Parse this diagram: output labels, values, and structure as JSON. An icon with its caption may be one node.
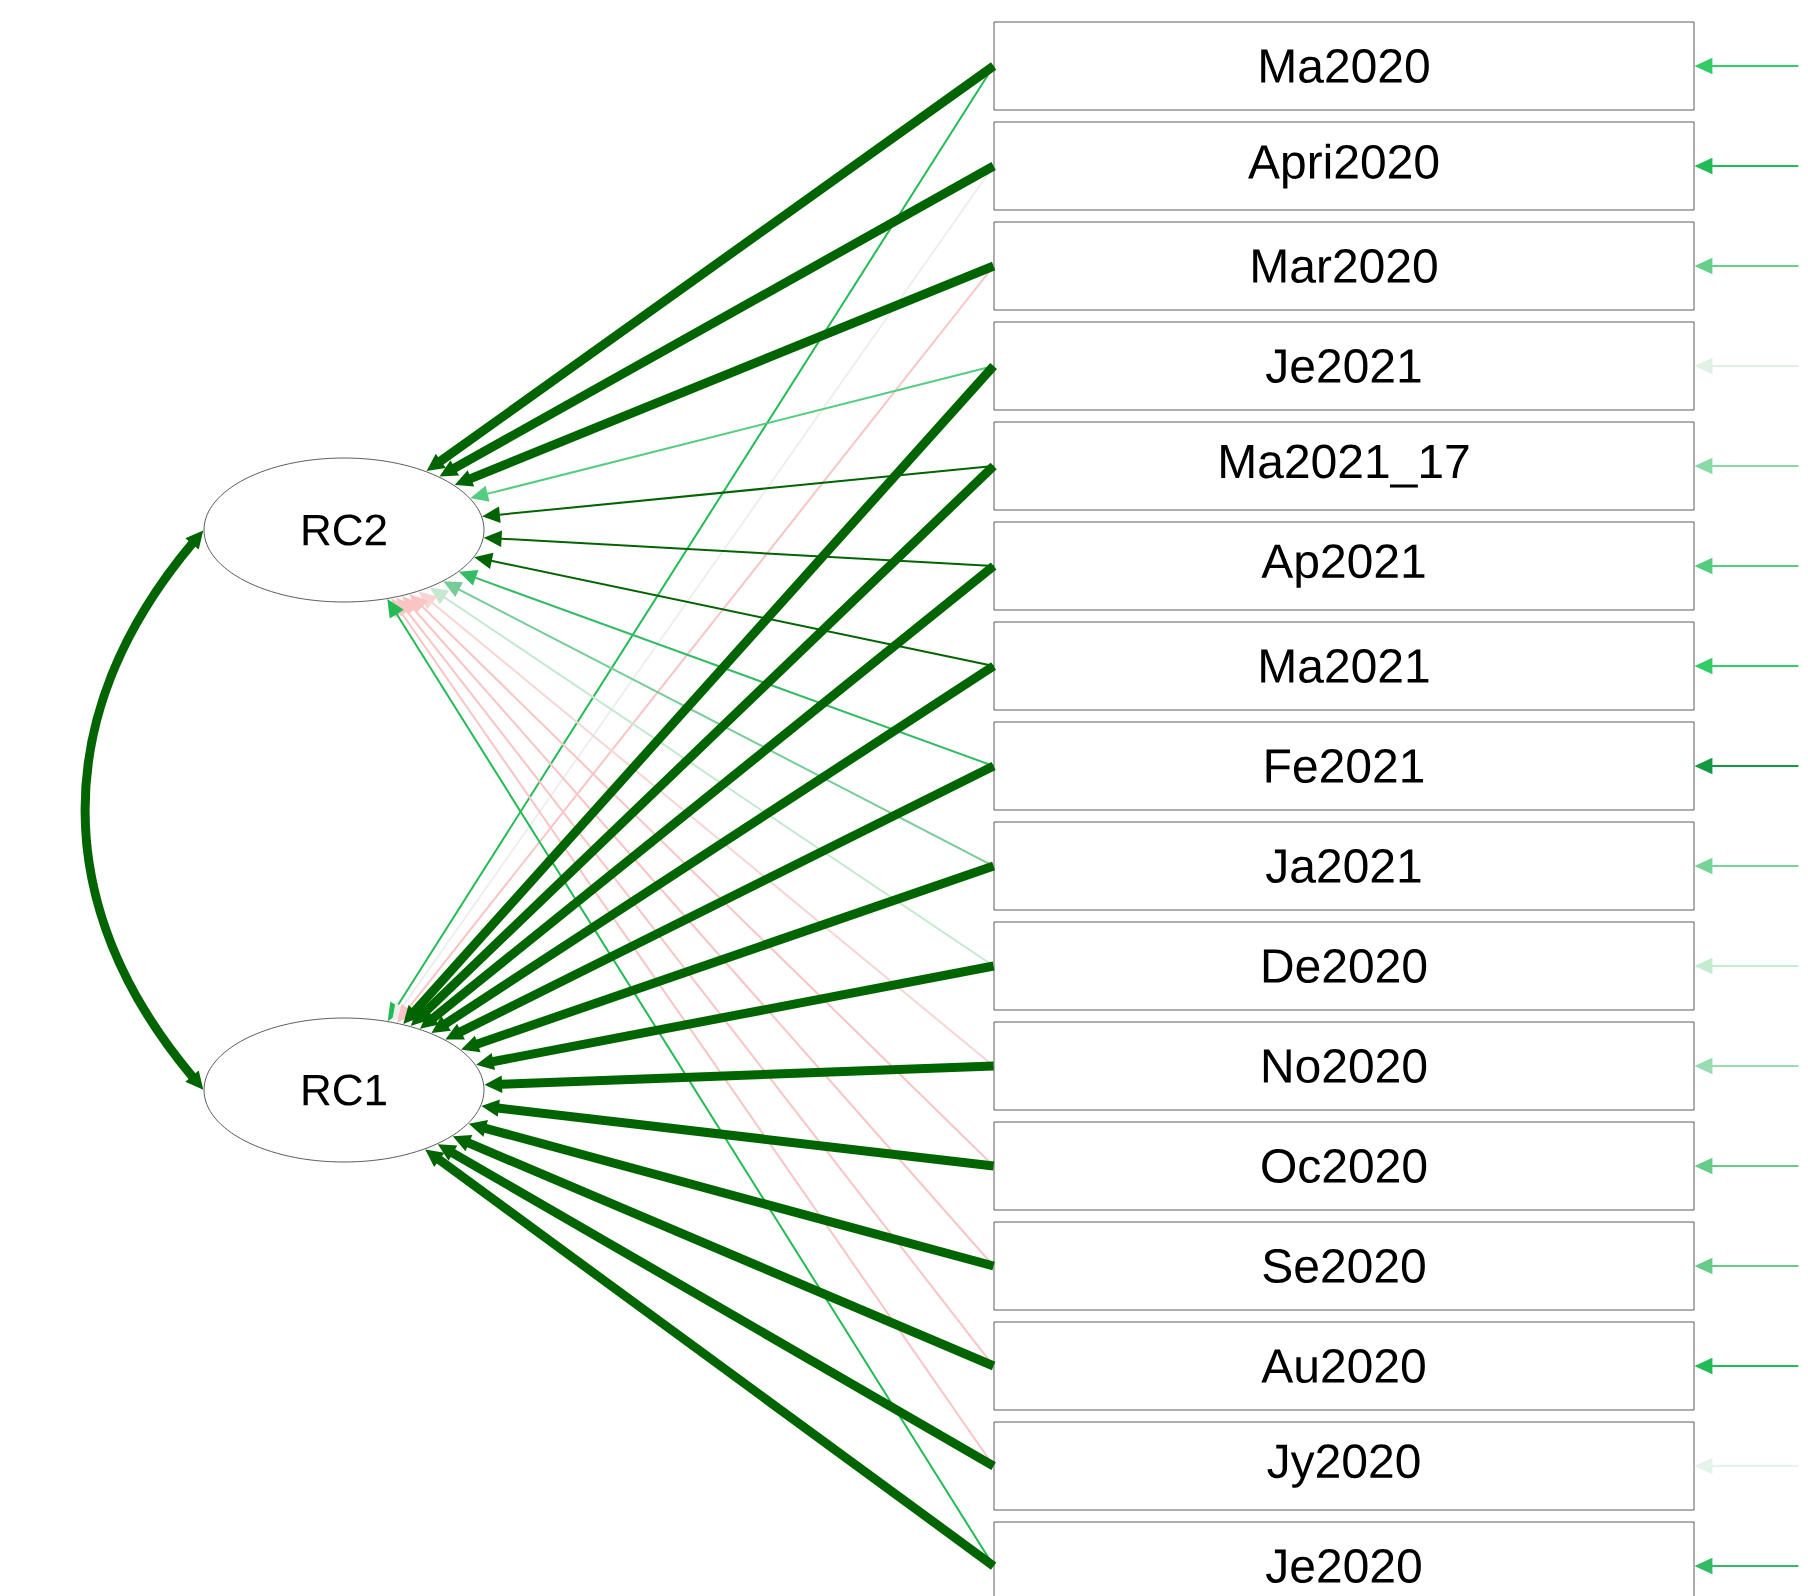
{
  "diagram": {
    "nodes": [
      {
        "text": [
          "RC2"
        ]
      },
      {
        "text": [
          "RC1"
        ]
      },
      {
        "text": [
          "Ma2020"
        ]
      },
      {
        "text": [
          "Apri2020"
        ]
      },
      {
        "text": [
          "Mar2020"
        ]
      },
      {
        "text": [
          "Je2021"
        ]
      },
      {
        "text": [
          "Ma2021_17"
        ]
      },
      {
        "text": [
          "Ap2021"
        ]
      },
      {
        "text": [
          "Ma2021"
        ]
      },
      {
        "text": [
          "Fe2021"
        ]
      },
      {
        "text": [
          "Ja2021"
        ]
      },
      {
        "text": [
          "De2020"
        ]
      },
      {
        "text": [
          "No2020"
        ]
      },
      {
        "text": [
          "Oc2020"
        ]
      },
      {
        "text": [
          "Se2020"
        ]
      },
      {
        "text": [
          "Au2020"
        ]
      },
      {
        "text": [
          "Jy2020"
        ]
      },
      {
        "text": [
          "Je2020"
        ]
      }
    ],
    "edges": [
      {
        "from": 1,
        "to": 0,
        "arrow": "both",
        "style": "thick"
      },
      {
        "from": 2,
        "to": 0,
        "arrow": "to",
        "style": "thick"
      },
      {
        "from": 2,
        "to": 1,
        "arrow": "to",
        "color": "#22bb55"
      },
      {
        "from": 3,
        "to": 0,
        "arrow": "to",
        "style": "thick"
      },
      {
        "from": 3,
        "to": 1,
        "arrow": "to",
        "color": "#eeeeee"
      },
      {
        "from": 4,
        "to": 0,
        "arrow": "to",
        "style": "thick"
      },
      {
        "from": 4,
        "to": 1,
        "arrow": "to",
        "color": "#f8c4c4"
      },
      {
        "from": 5,
        "to": 0,
        "arrow": "to",
        "color": "#55cc80"
      },
      {
        "from": 5,
        "to": 1,
        "arrow": "to",
        "style": "thick"
      },
      {
        "from": 6,
        "to": 0,
        "arrow": "to"
      },
      {
        "from": 6,
        "to": 1,
        "arrow": "to",
        "style": "thick"
      },
      {
        "from": 7,
        "to": 0,
        "arrow": "to"
      },
      {
        "from": 7,
        "to": 1,
        "arrow": "to",
        "style": "thick"
      },
      {
        "from": 8,
        "to": 0,
        "arrow": "to"
      },
      {
        "from": 8,
        "to": 1,
        "arrow": "to",
        "style": "thick"
      },
      {
        "from": 9,
        "to": 0,
        "arrow": "to",
        "color": "#33bb66"
      },
      {
        "from": 9,
        "to": 1,
        "arrow": "to",
        "style": "thick"
      },
      {
        "from": 10,
        "to": 0,
        "arrow": "to",
        "color": "#77cc99"
      },
      {
        "from": 10,
        "to": 1,
        "arrow": "to",
        "style": "thick"
      },
      {
        "from": 11,
        "to": 0,
        "arrow": "to",
        "color": "#c4e8d0"
      },
      {
        "from": 11,
        "to": 1,
        "arrow": "to",
        "style": "thick"
      },
      {
        "from": 12,
        "to": 0,
        "arrow": "to",
        "color": "#f8d4d4"
      },
      {
        "from": 12,
        "to": 1,
        "arrow": "to",
        "style": "thick"
      },
      {
        "from": 13,
        "to": 0,
        "arrow": "to",
        "color": "#f8c4c4"
      },
      {
        "from": 13,
        "to": 1,
        "arrow": "to",
        "style": "thick"
      },
      {
        "from": 14,
        "to": 0,
        "arrow": "to",
        "color": "#f8c4c4"
      },
      {
        "from": 14,
        "to": 1,
        "arrow": "to",
        "style": "thick"
      },
      {
        "from": 15,
        "to": 0,
        "arrow": "to",
        "color": "#f8c4c4"
      },
      {
        "from": 15,
        "to": 1,
        "arrow": "to",
        "style": "thick"
      },
      {
        "from": 16,
        "to": 0,
        "arrow": "to",
        "color": "#f8c4c4"
      },
      {
        "from": 16,
        "to": 1,
        "arrow": "to",
        "style": "thick"
      },
      {
        "from": 17,
        "to": 0,
        "arrow": "to",
        "color": "#22bb55"
      },
      {
        "from": 17,
        "to": 1,
        "arrow": "to",
        "style": "thick"
      },
      {
        "from": null,
        "to": 2,
        "arrow": "to",
        "color": "#33cc66"
      },
      {
        "from": null,
        "to": 3,
        "arrow": "to",
        "color": "#22bb55"
      },
      {
        "from": null,
        "to": 4,
        "arrow": "to",
        "color": "#66d08a"
      },
      {
        "from": null,
        "to": 5,
        "arrow": "to",
        "color": "#e0f0e4"
      },
      {
        "from": null,
        "to": 6,
        "arrow": "to",
        "color": "#88dba5"
      },
      {
        "from": null,
        "to": 7,
        "arrow": "to",
        "color": "#55cc80"
      },
      {
        "from": null,
        "to": 8,
        "arrow": "to",
        "color": "#33cc66"
      },
      {
        "from": null,
        "to": 9,
        "arrow": "to",
        "color": "#119944"
      },
      {
        "from": null,
        "to": 10,
        "arrow": "to",
        "color": "#77d499"
      },
      {
        "from": null,
        "to": 11,
        "arrow": "to",
        "color": "#c4ecd0"
      },
      {
        "from": null,
        "to": 12,
        "arrow": "to",
        "color": "#99dcb0"
      },
      {
        "from": null,
        "to": 13,
        "arrow": "to",
        "color": "#66cc88"
      },
      {
        "from": null,
        "to": 14,
        "arrow": "to",
        "color": "#66cc88"
      },
      {
        "from": null,
        "to": 15,
        "arrow": "to",
        "color": "#22bb55"
      },
      {
        "from": null,
        "to": 16,
        "arrow": "to",
        "color": "#e4f4e8"
      },
      {
        "from": null,
        "to": 17,
        "arrow": "to",
        "color": "#33bb66"
      }
    ]
  }
}
